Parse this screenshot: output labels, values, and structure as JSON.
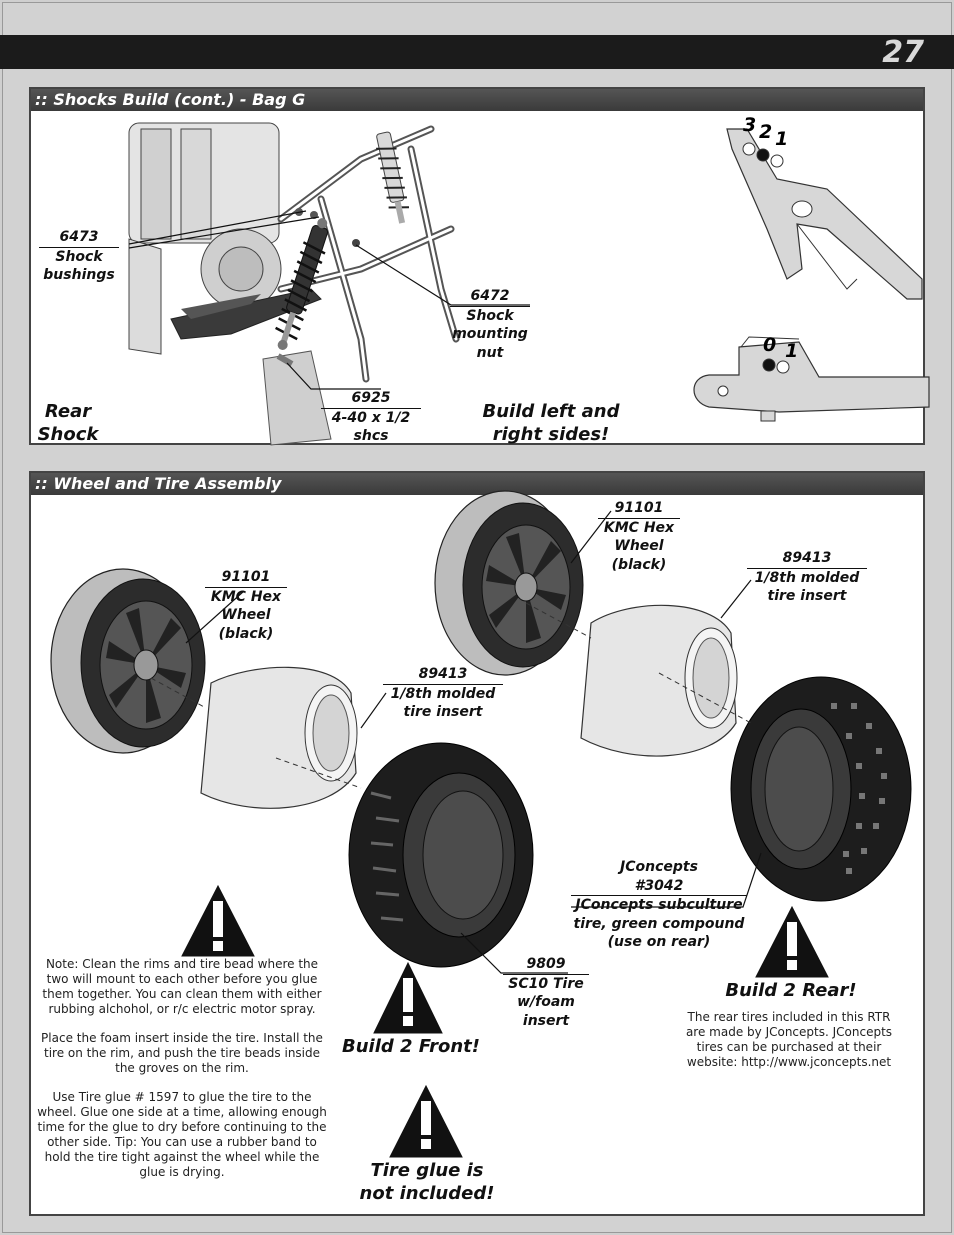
{
  "page": {
    "number": "27"
  },
  "shocks": {
    "header": ":: Shocks Build (cont.) - Bag G",
    "bushings": {
      "num": "6473",
      "lines": [
        "Shock",
        "bushings"
      ]
    },
    "nut": {
      "num": "6472",
      "lines": [
        "Shock",
        "mounting",
        "nut"
      ]
    },
    "screw": {
      "num": "6925",
      "lines": [
        "4-40 x 1/2",
        "shcs"
      ]
    },
    "rear_label": [
      "Rear",
      "Shock"
    ],
    "build_sides": [
      "Build left and",
      "right sides!"
    ],
    "upper_holes": [
      "3",
      "2",
      "1"
    ],
    "lower_holes": [
      "0",
      "1"
    ]
  },
  "wheels": {
    "header": ":: Wheel and Tire Assembly",
    "wheel_left": {
      "num": "91101",
      "lines": [
        "KMC Hex",
        "Wheel",
        "(black)"
      ]
    },
    "wheel_right": {
      "num": "91101",
      "lines": [
        "KMC Hex",
        "Wheel",
        "(black)"
      ]
    },
    "insert_left": {
      "num": "89413",
      "lines": [
        "1/8th molded",
        "tire insert"
      ]
    },
    "insert_right": {
      "num": "89413",
      "lines": [
        "1/8th molded",
        "tire insert"
      ]
    },
    "jconcepts": {
      "lines": [
        "JConcepts",
        "#3042"
      ],
      "desc": [
        "JConcepts subculture",
        "tire, green compound",
        "(use on rear)"
      ]
    },
    "sc10": {
      "num": "9809",
      "lines": [
        "SC10 Tire",
        "w/foam",
        "insert"
      ]
    },
    "build_front": "Build 2 Front!",
    "build_rear": "Build 2 Rear!",
    "glue_warning": [
      "Tire glue is",
      "not included!"
    ],
    "note_paragraphs": [
      "Note:  Clean the rims and tire bead where the two will mount to each other before you glue them together.  You can clean them with either rubbing alchohol, or r/c electric motor spray.",
      "Place the foam insert inside the tire. Install the tire on the rim, and push the tire beads inside the groves on the rim.",
      "Use Tire glue # 1597 to glue the tire to the wheel.  Glue one side at a time, allowing enough time for the glue to dry before continuing to the other side. Tip:  You can use a rubber band to hold the tire tight against the wheel while the glue is drying."
    ],
    "rear_note": "The rear tires included in this RTR are made by JConcepts. JConcepts tires can be purchased at their website: http://www.jconcepts.net"
  },
  "icons": [
    "warning-icon"
  ]
}
